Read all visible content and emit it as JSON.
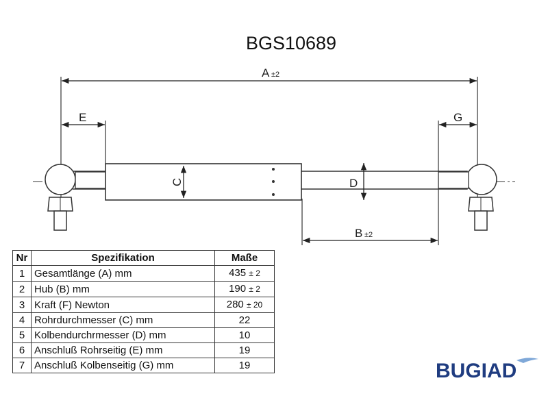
{
  "title": "BGS10689",
  "dimensions": {
    "A": "A",
    "A_tol": "±2",
    "B": "B",
    "B_tol": "±2",
    "C": "C",
    "D": "D",
    "E": "E",
    "G": "G"
  },
  "table": {
    "headers": {
      "nr": "Nr",
      "spec": "Spezifikation",
      "value": "Maße"
    },
    "rows": [
      {
        "nr": "1",
        "spec": "Gesamtlänge (A) mm",
        "value": "435",
        "tol": "± 2"
      },
      {
        "nr": "2",
        "spec": "Hub (B)  mm",
        "value": "190",
        "tol": "± 2"
      },
      {
        "nr": "3",
        "spec": "Kraft (F) Newton",
        "value": "280",
        "tol": "± 20"
      },
      {
        "nr": "4",
        "spec": "Rohrdurchmesser (C) mm",
        "value": "22",
        "tol": ""
      },
      {
        "nr": "5",
        "spec": "Kolbendurchrmesser (D) mm",
        "value": "10",
        "tol": ""
      },
      {
        "nr": "6",
        "spec": "Anschluß Rohrseitig (E) mm",
        "value": "19",
        "tol": ""
      },
      {
        "nr": "7",
        "spec": "Anschluß Kolbenseitig (G) mm",
        "value": "19",
        "tol": ""
      }
    ]
  },
  "brand": {
    "name": "BUGIAD",
    "color": "#1f3c80"
  }
}
